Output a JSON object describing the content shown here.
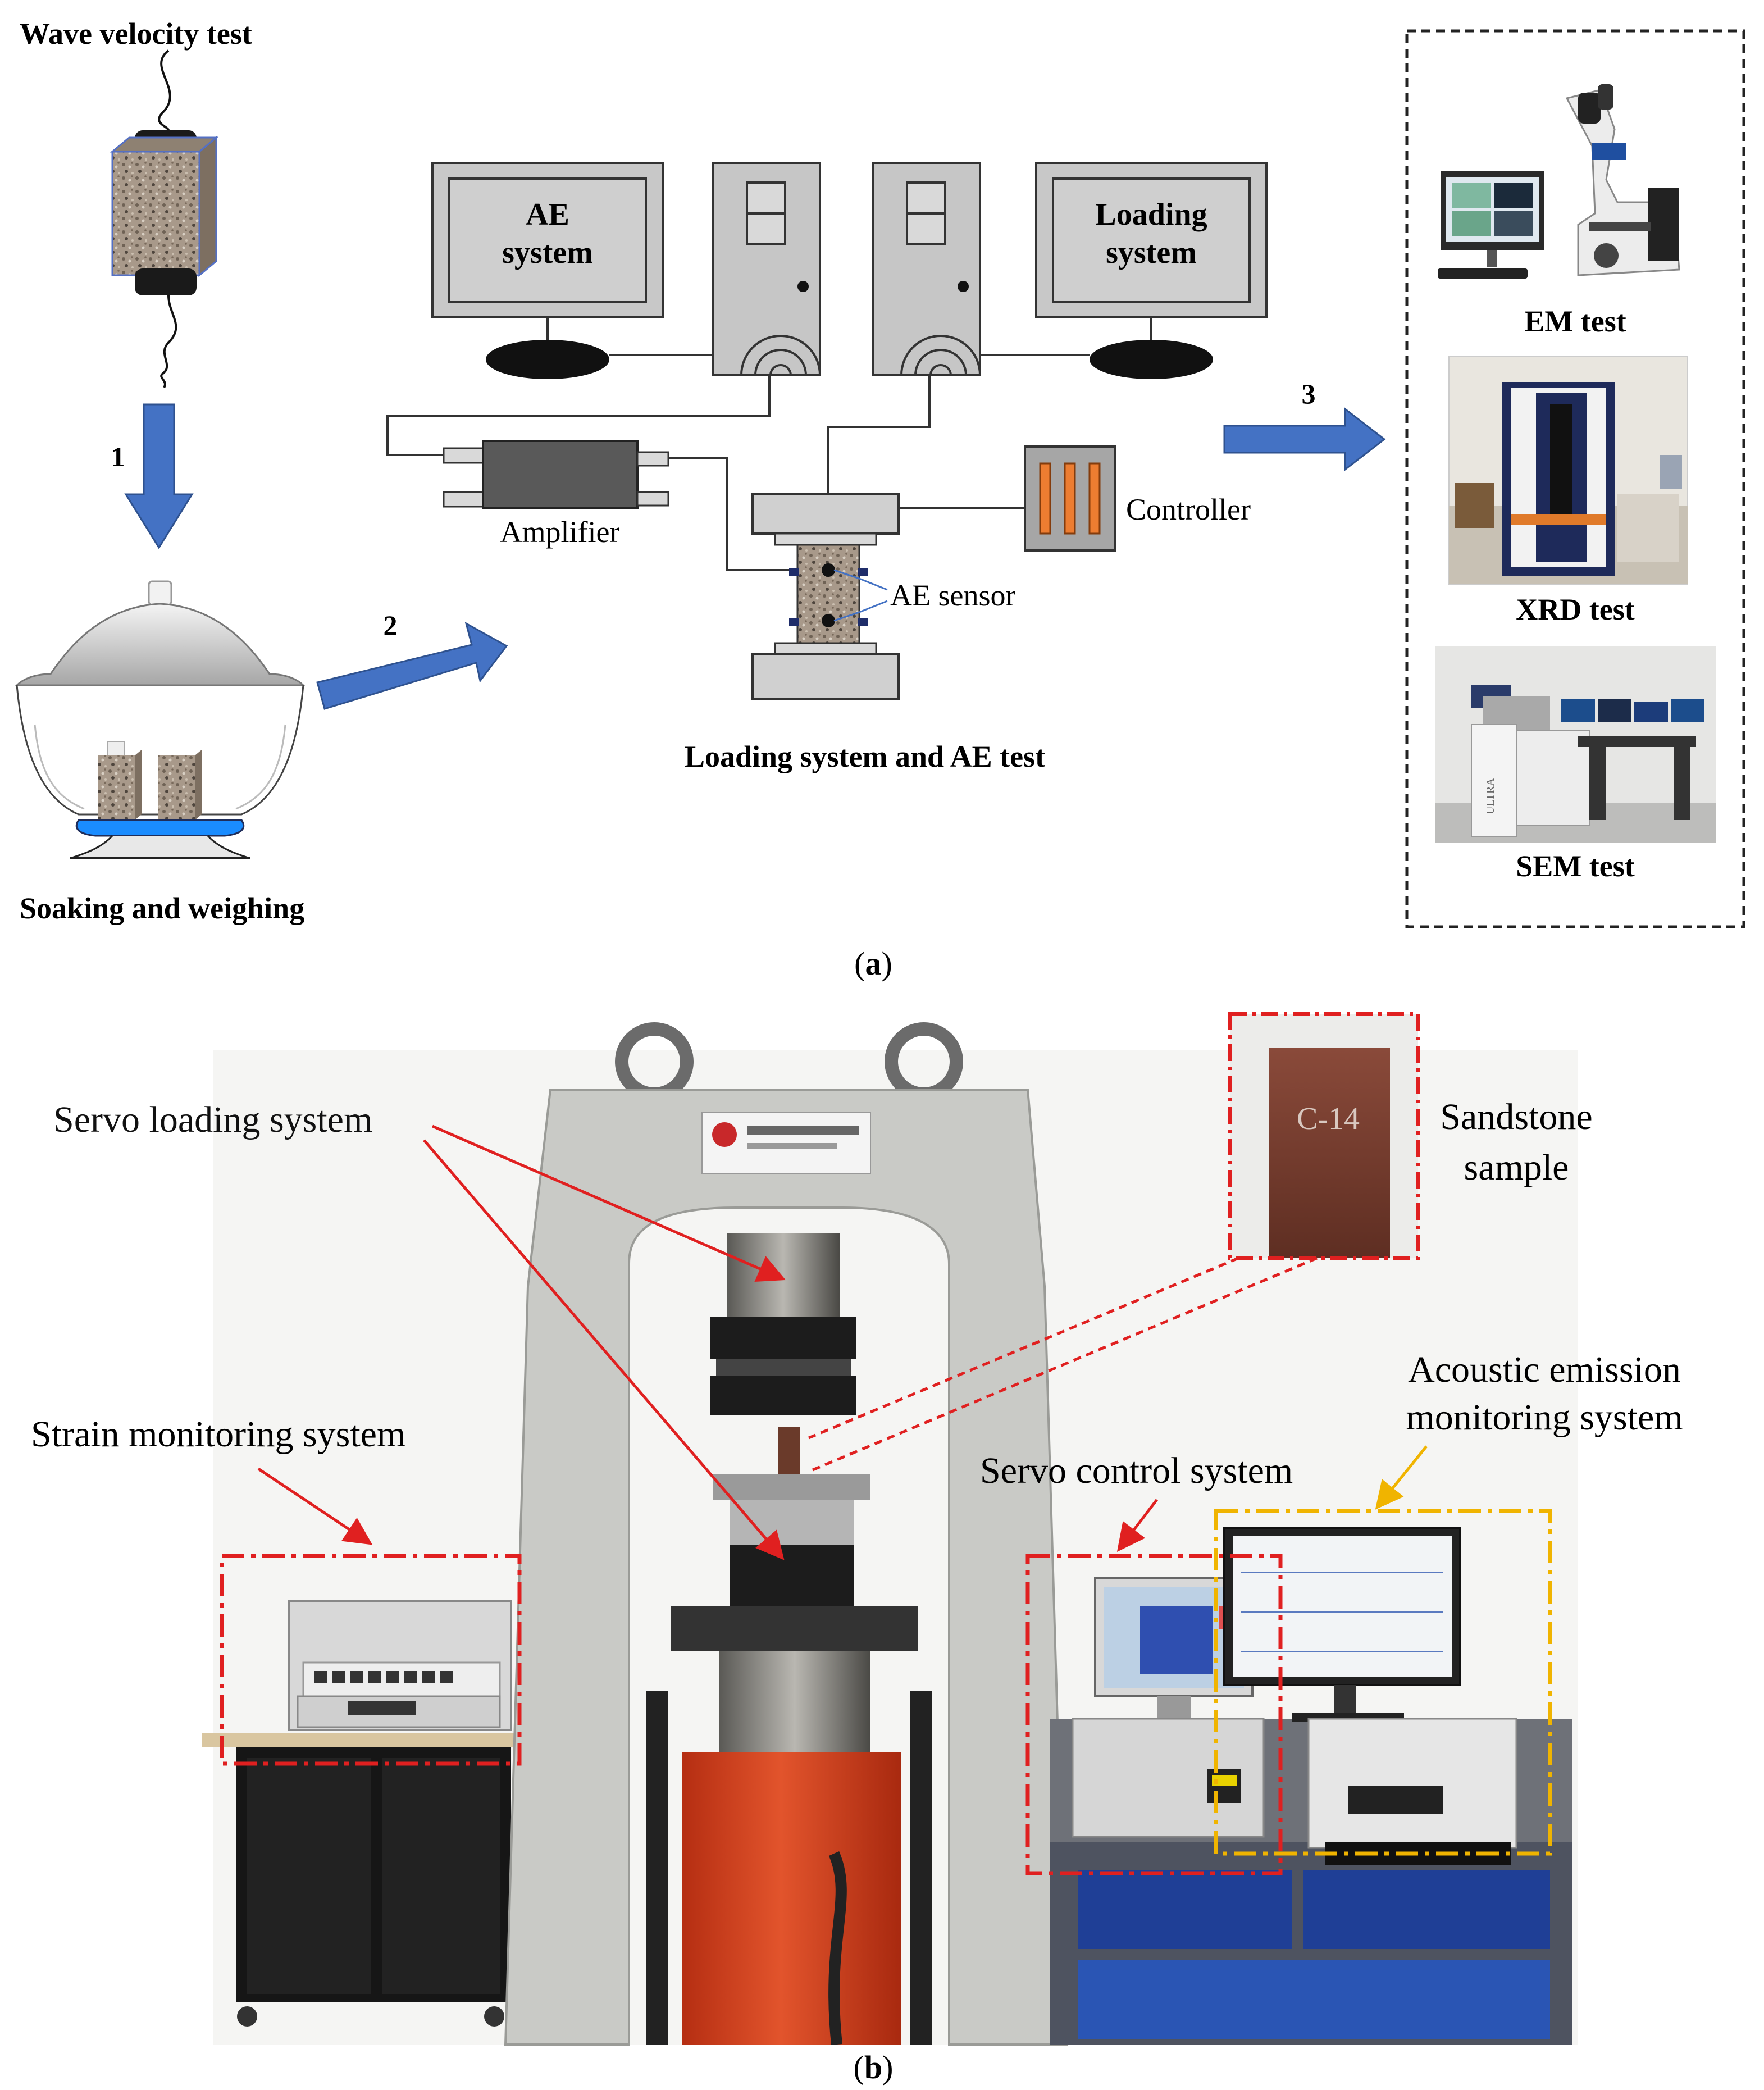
{
  "panel_a": {
    "wave_velocity_label": "Wave velocity test",
    "soaking_label": "Soaking and weighing",
    "loading_ae_label": "Loading system and AE test",
    "step1": "1",
    "step2": "2",
    "step3": "3",
    "ae_monitor_line1": "AE",
    "ae_monitor_line2": "system",
    "loading_monitor_line1": "Loading",
    "loading_monitor_line2": "system",
    "amplifier_label": "Amplifier",
    "controller_label": "Controller",
    "ae_sensor_label": "AE sensor",
    "em_label": "EM test",
    "xrd_label": "XRD test",
    "sem_label": "SEM test",
    "caption": "(a)"
  },
  "panel_b": {
    "servo_loading_label": "Servo loading system",
    "sandstone_label_line1": "Sandstone",
    "sandstone_label_line2": "sample",
    "sample_id": "C-14",
    "acoustic_label_line1": "Acoustic emission",
    "acoustic_label_line2": "monitoring system",
    "strain_label": "Strain monitoring system",
    "servo_control_label": "Servo control system",
    "caption": "(b)"
  },
  "colors": {
    "arrow_blue": "#4472c4",
    "red_box": "#e02020",
    "yellow_box": "#f0b400",
    "machine_gray": "#c9cac6",
    "cylinder_red": "#d9401e"
  }
}
